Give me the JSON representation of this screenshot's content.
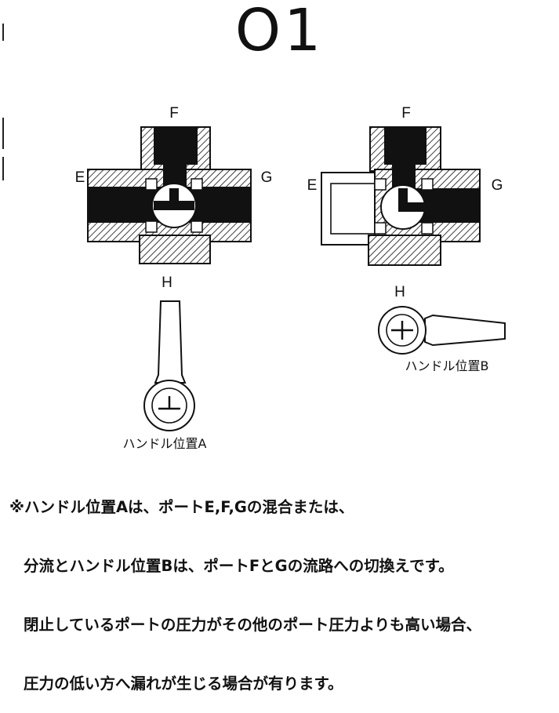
{
  "title": "O1",
  "valve_a": {
    "port_top": "F",
    "port_left": "E",
    "port_right": "G",
    "handle_label": "H",
    "caption": "ハンドル位置A"
  },
  "valve_b": {
    "port_top": "F",
    "port_left": "E",
    "port_right": "G",
    "handle_label": "H",
    "caption": "ハンドル位置B"
  },
  "note": {
    "line1": "※ハンドル位置Aは、ポートE,F,Gの混合または、",
    "line2": "分流とハンドル位置Bは、ポートFとGの流路への切換えです。",
    "line3": "閉止しているポートの圧力がその他のポート圧力よりも高い場合、",
    "line4": "圧力の低い方へ漏れが生じる場合が有ります。"
  }
}
